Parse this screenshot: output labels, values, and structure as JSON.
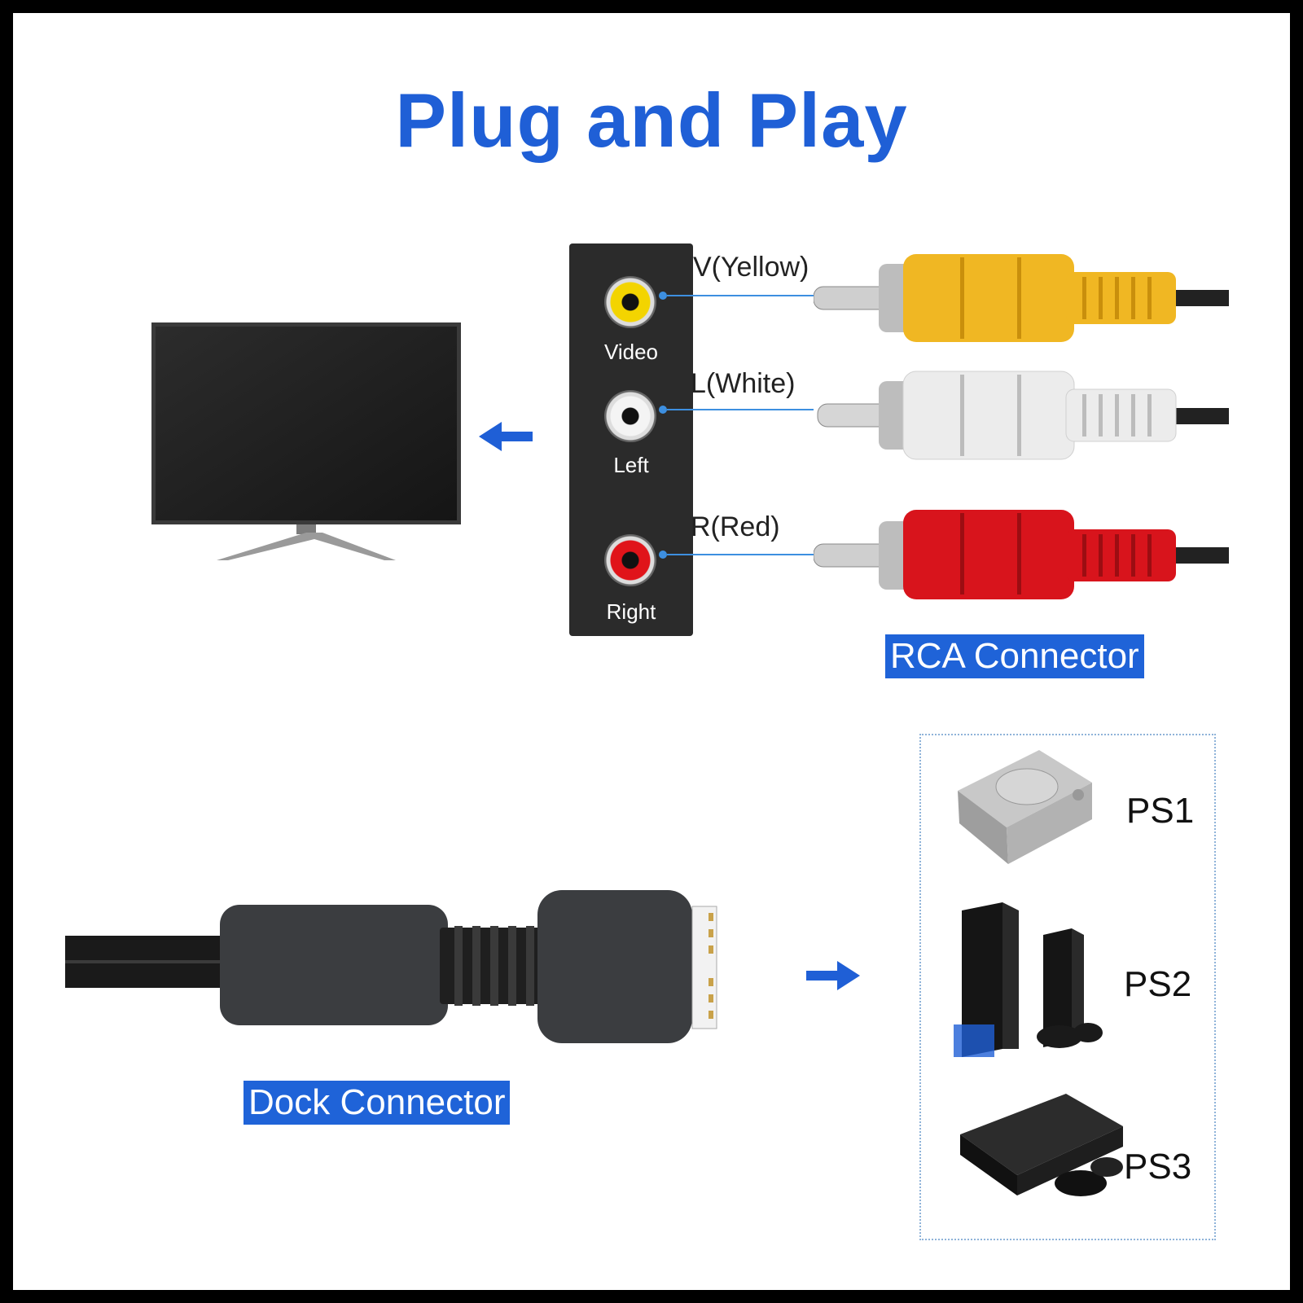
{
  "title": "Plug and Play",
  "jacks": [
    {
      "label": "Video",
      "lead": "V(Yellow)",
      "color": "#f3d400"
    },
    {
      "label": "Left",
      "lead": "L(White)",
      "color": "#f4f4f4"
    },
    {
      "label": "Right",
      "lead": "R(Red)",
      "color": "#e0141a"
    }
  ],
  "rca_connector_label": "RCA Connector",
  "dock_connector_label": "Dock Connector",
  "consoles": [
    {
      "label": "PS1"
    },
    {
      "label": "PS2"
    },
    {
      "label": "PS3"
    }
  ],
  "accent_color": "#1f5fd6"
}
